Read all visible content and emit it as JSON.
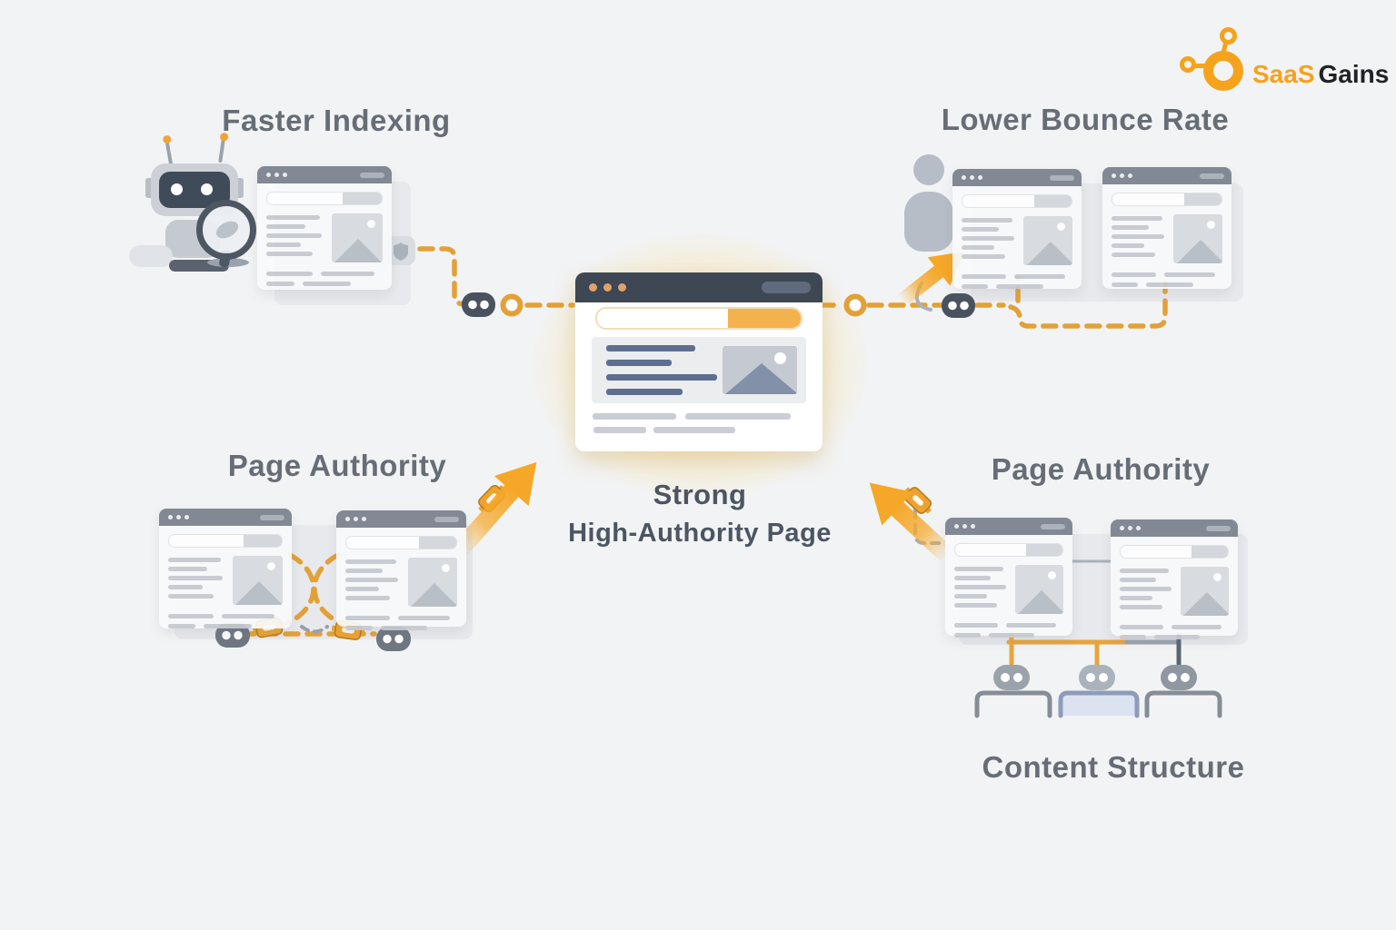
{
  "brand": {
    "logo_text_primary": "SaaS",
    "logo_text_secondary": "Gains",
    "logo_color": "#f5a31c"
  },
  "headings": {
    "faster_indexing": "Faster Indexing",
    "lower_bounce_rate": "Lower Bounce Rate",
    "page_authority_left": "Page Authority",
    "page_authority_right": "Page Authority",
    "content_structure": "Content Structure"
  },
  "central_label": {
    "line1": "Strong",
    "line2": "High-Authority Page"
  },
  "icons": [
    "crawler-robot-icon",
    "magnifier-icon",
    "user-icon",
    "link-icon",
    "chain-tag-icon",
    "ring-node-icon",
    "shield-icon",
    "arrow-icon",
    "browser-window-graphic"
  ],
  "colors": {
    "background": "#f2f3f4",
    "accent_orange": "#f5a727",
    "dash_orange": "#e2a138",
    "heading_gray": "#666d76",
    "central_heading_gray": "#4c5562",
    "window_header_dark": "#3e4754",
    "window_header_faded": "#79818c",
    "link_pill_dark": "#49525e",
    "link_pill_gray": "#9aa2ac"
  }
}
